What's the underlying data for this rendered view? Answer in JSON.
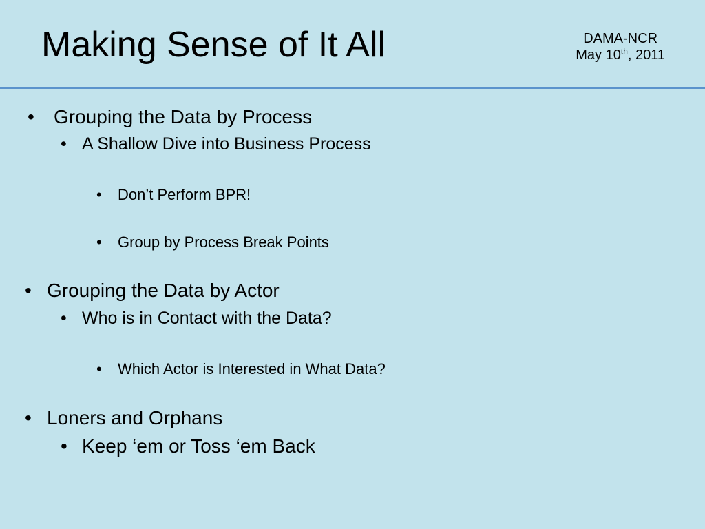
{
  "slide": {
    "title": "Making Sense of It All",
    "meta": {
      "org": "DAMA-NCR",
      "date_prefix": "May 10",
      "date_sup": "th",
      "date_suffix": ", 2011"
    },
    "bullet_char": "•",
    "sections": [
      {
        "heading": "Grouping the Data by Process",
        "items": [
          "A Shallow Dive into Business Process",
          "Don’t Perform BPR!",
          "Group by Process Break Points"
        ]
      },
      {
        "heading": "Grouping the Data by Actor",
        "items": [
          "Who is in Contact with the Data?",
          "Which Actor is Interested in What Data?"
        ]
      },
      {
        "heading": "Loners and Orphans",
        "items": [
          "Keep ‘em or Toss ‘em Back"
        ]
      }
    ]
  },
  "colors": {
    "background": "#c2e3ec",
    "divider": "#5b93cc",
    "text": "#000000"
  }
}
